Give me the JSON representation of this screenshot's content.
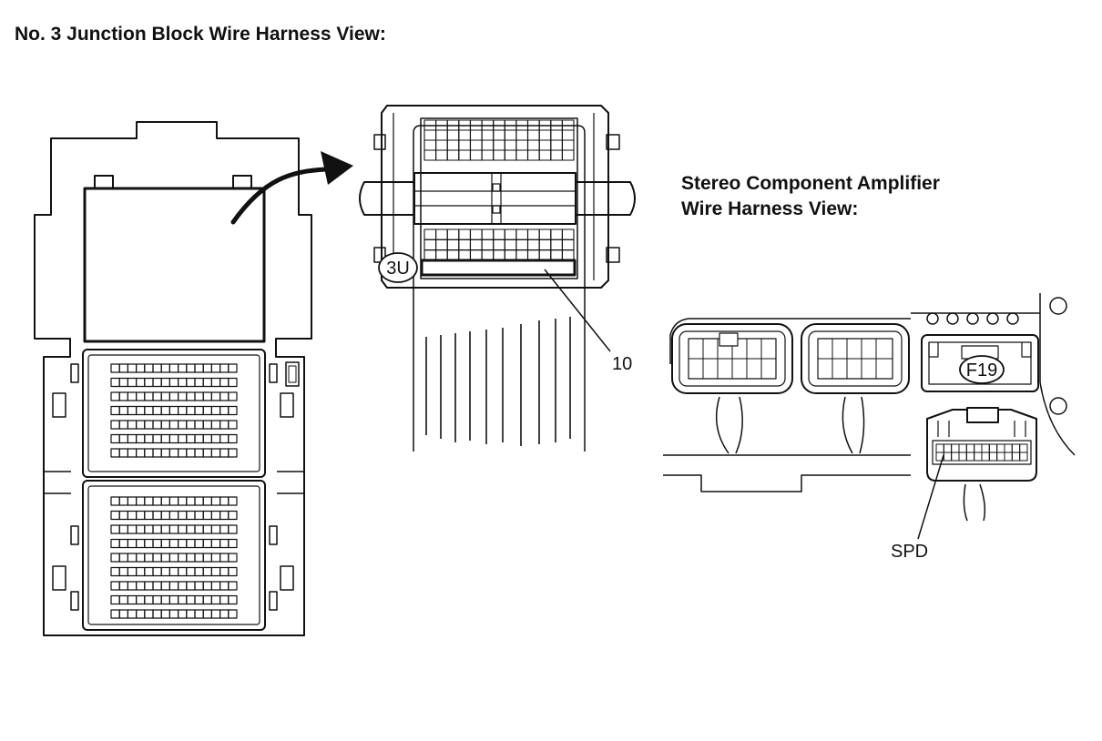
{
  "title": "No. 3 Junction Block Wire Harness View:",
  "amplifier_title": {
    "line1": "Stereo Component Amplifier",
    "line2": "Wire Harness View:"
  },
  "labels": {
    "connector_3u": "3U",
    "pin_10": "10",
    "connector_f19": "F19",
    "spd": "SPD"
  }
}
